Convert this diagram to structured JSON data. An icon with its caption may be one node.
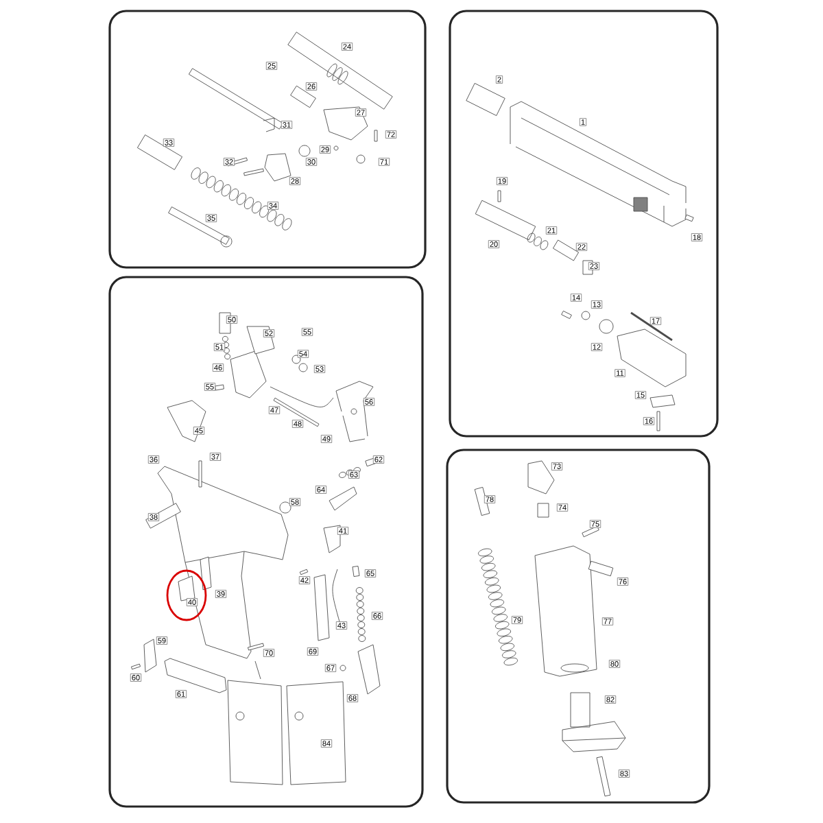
{
  "diagram": {
    "nodes": [
      {
        "text": [],
        "shape": "box"
      },
      {
        "text": [
          "24"
        ],
        "in": 0
      },
      {
        "text": [
          "25"
        ],
        "in": 0
      },
      {
        "text": [
          "26"
        ],
        "in": 0
      },
      {
        "text": [
          "27"
        ],
        "in": 0
      },
      {
        "text": [
          "31"
        ],
        "in": 0
      },
      {
        "text": [
          "72"
        ],
        "in": 0
      },
      {
        "text": [
          "33"
        ],
        "in": 0
      },
      {
        "text": [
          "29"
        ],
        "in": 0
      },
      {
        "text": [
          "71"
        ],
        "in": 0
      },
      {
        "text": [
          "32"
        ],
        "in": 0
      },
      {
        "text": [
          "30"
        ],
        "in": 0
      },
      {
        "text": [
          "28"
        ],
        "in": 0
      },
      {
        "text": [
          "34"
        ],
        "in": 0
      },
      {
        "text": [
          "35"
        ],
        "in": 0
      },
      {
        "text": [],
        "shape": "box"
      },
      {
        "text": [
          "2"
        ],
        "in": 15
      },
      {
        "text": [
          "1"
        ],
        "in": 15
      },
      {
        "text": [
          "19"
        ],
        "in": 15
      },
      {
        "text": [
          "18"
        ],
        "in": 15
      },
      {
        "text": [
          "21"
        ],
        "in": 15
      },
      {
        "text": [
          "20"
        ],
        "in": 15
      },
      {
        "text": [
          "22"
        ],
        "in": 15
      },
      {
        "text": [
          "23"
        ],
        "in": 15
      },
      {
        "text": [
          "14"
        ],
        "in": 15
      },
      {
        "text": [
          "13"
        ],
        "in": 15
      },
      {
        "text": [
          "17"
        ],
        "in": 15
      },
      {
        "text": [
          "12"
        ],
        "in": 15
      },
      {
        "text": [
          "11"
        ],
        "in": 15
      },
      {
        "text": [
          "15"
        ],
        "in": 15
      },
      {
        "text": [
          "16"
        ],
        "in": 15
      },
      {
        "text": [],
        "shape": "box"
      },
      {
        "text": [
          "50"
        ],
        "in": 31
      },
      {
        "text": [
          "52"
        ],
        "in": 31
      },
      {
        "text": [
          "55"
        ],
        "in": 31
      },
      {
        "text": [
          "51"
        ],
        "in": 31
      },
      {
        "text": [
          "54"
        ],
        "in": 31
      },
      {
        "text": [
          "46"
        ],
        "in": 31
      },
      {
        "text": [
          "53"
        ],
        "in": 31
      },
      {
        "text": [
          "55"
        ],
        "in": 31
      },
      {
        "text": [
          "56"
        ],
        "in": 31
      },
      {
        "text": [
          "47"
        ],
        "in": 31
      },
      {
        "text": [
          "48"
        ],
        "in": 31
      },
      {
        "text": [
          "45"
        ],
        "in": 31
      },
      {
        "text": [
          "49"
        ],
        "in": 31
      },
      {
        "text": [
          "37"
        ],
        "in": 31
      },
      {
        "text": [
          "36"
        ],
        "in": 31
      },
      {
        "text": [
          "62"
        ],
        "in": 31
      },
      {
        "text": [
          "63"
        ],
        "in": 31
      },
      {
        "text": [
          "64"
        ],
        "in": 31
      },
      {
        "text": [
          "58"
        ],
        "in": 31
      },
      {
        "text": [
          "38"
        ],
        "in": 31
      },
      {
        "text": [
          "41"
        ],
        "in": 31
      },
      {
        "text": [
          "65"
        ],
        "in": 31
      },
      {
        "text": [
          "42"
        ],
        "in": 31
      },
      {
        "text": [
          "39"
        ],
        "in": 31
      },
      {
        "text": [],
        "shape": "circle",
        "in": 31
      },
      {
        "text": [
          "40"
        ],
        "in": 56
      },
      {
        "text": [
          "66"
        ],
        "in": 31
      },
      {
        "text": [
          "43"
        ],
        "in": 31
      },
      {
        "text": [
          "59"
        ],
        "in": 31
      },
      {
        "text": [
          "70"
        ],
        "in": 31
      },
      {
        "text": [
          "69"
        ],
        "in": 31
      },
      {
        "text": [
          "67"
        ],
        "in": 31
      },
      {
        "text": [
          "60"
        ],
        "in": 31
      },
      {
        "text": [
          "61"
        ],
        "in": 31
      },
      {
        "text": [
          "68"
        ],
        "in": 31
      },
      {
        "text": [
          "84"
        ],
        "in": 31
      },
      {
        "text": [],
        "shape": "box"
      },
      {
        "text": [
          "73"
        ],
        "in": 68
      },
      {
        "text": [
          "78"
        ],
        "in": 68
      },
      {
        "text": [
          "74"
        ],
        "in": 68
      },
      {
        "text": [
          "75"
        ],
        "in": 68
      },
      {
        "text": [
          "76"
        ],
        "in": 68
      },
      {
        "text": [
          "79"
        ],
        "in": 68
      },
      {
        "text": [
          "77"
        ],
        "in": 68
      },
      {
        "text": [
          "80"
        ],
        "in": 68
      },
      {
        "text": [
          "82"
        ],
        "in": 68
      },
      {
        "text": [
          "83"
        ],
        "in": 68
      }
    ]
  }
}
